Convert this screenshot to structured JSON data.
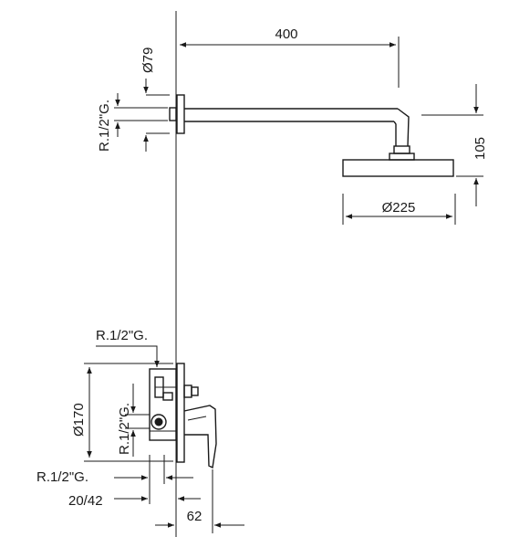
{
  "dimensions": {
    "arm_length": "400",
    "wall_flange_diameter": "Ø79",
    "arm_thread": "R.1/2\"G.",
    "head_height": "105",
    "head_diameter": "Ø225",
    "inlet_thread_top": "R.1/2\"G.",
    "body_height": "Ø170",
    "outlet_thread_middle": "R.1/2\"G.",
    "inlet_thread_bottom": "R.1/2\"G.",
    "depth_range": "20/42",
    "protrusion": "62"
  }
}
